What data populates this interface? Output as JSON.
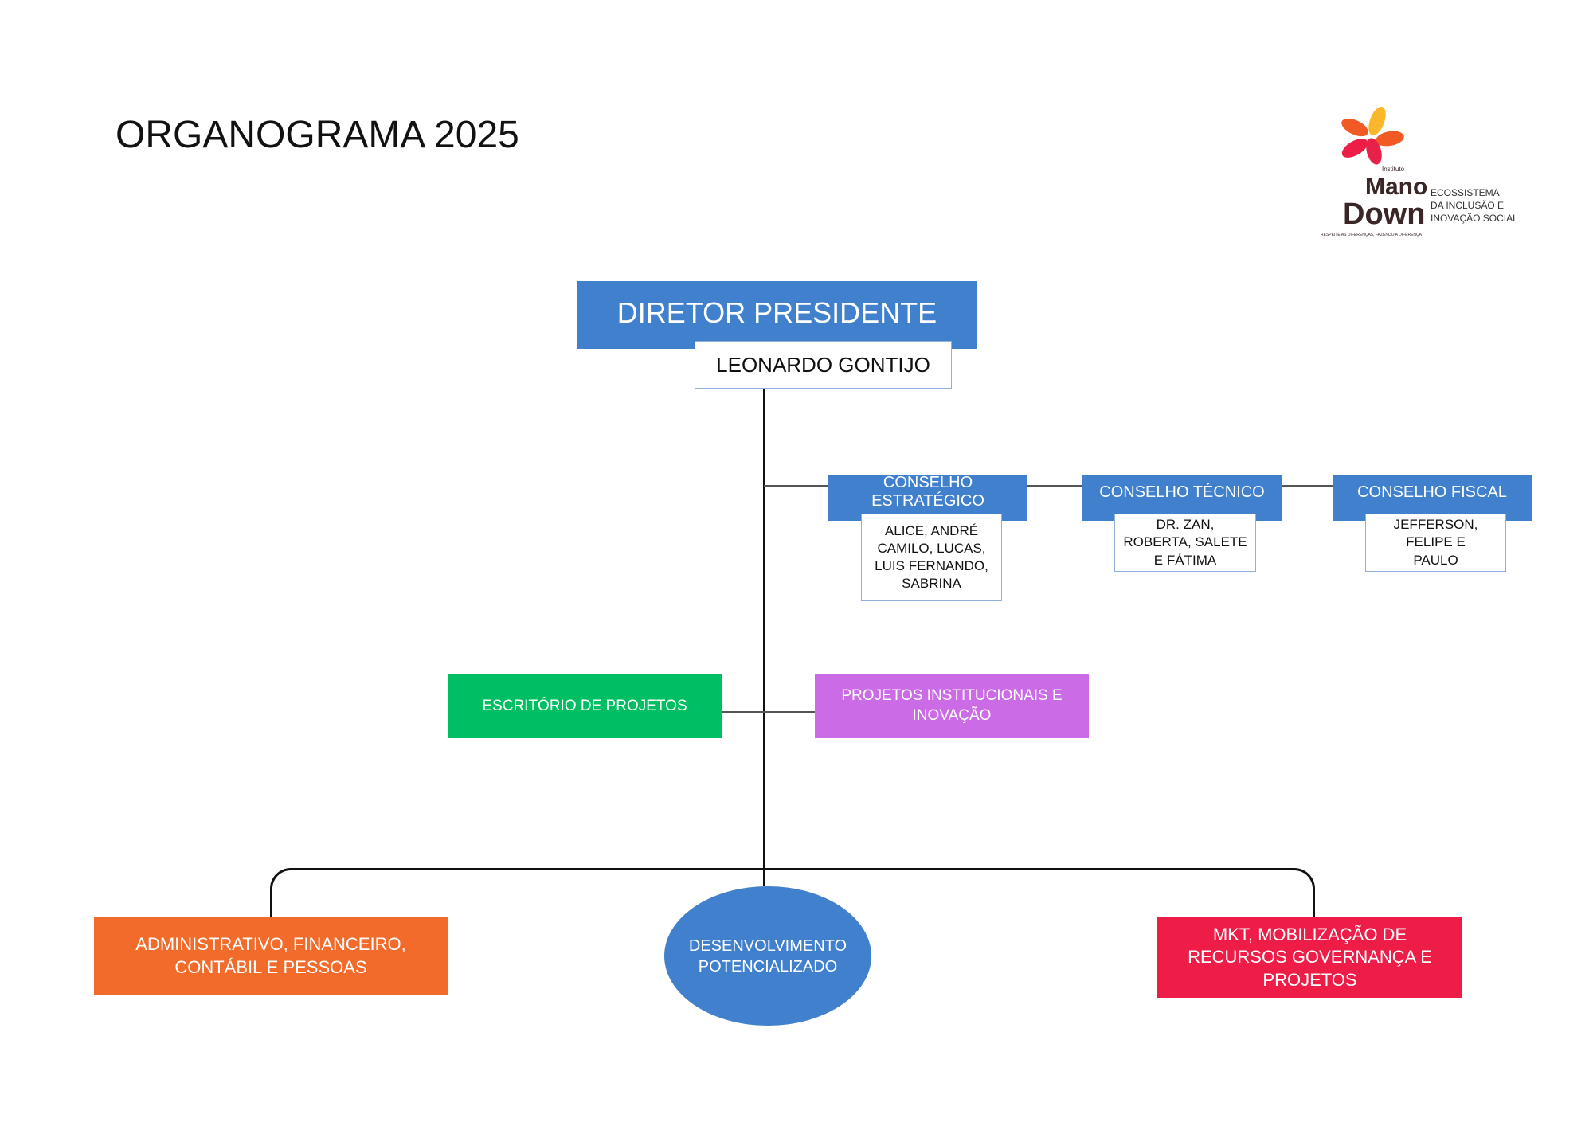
{
  "title": "ORGANOGRAMA 2025",
  "logo": {
    "small_text": "Instituto",
    "brand_line1": "Mano",
    "brand_line2": "Down",
    "tagline": "RESPEITE AS DIFERENÇAS, FAZENDO A DIFERENÇA",
    "side_text": [
      "ECOSSISTEMA",
      "DA INCLUSÃO E",
      "INOVAÇÃO SOCIAL"
    ],
    "petal_colors": [
      "#FBB72C",
      "#F15A24",
      "#EE1D48",
      "#E8214A",
      "#F26B2A"
    ]
  },
  "director": {
    "role": "DIRETOR PRESIDENTE",
    "name": "LEONARDO GONTIJO"
  },
  "councils": [
    {
      "title": "CONSELHO ESTRATÉGICO",
      "members": "ALICE, ANDRÉ CAMILO, LUCAS, LUIS FERNANDO, SABRINA"
    },
    {
      "title": "CONSELHO TÉCNICO",
      "members": "DR. ZAN, ROBERTA, SALETE E FÁTIMA"
    },
    {
      "title": "CONSELHO FISCAL",
      "members": "JEFFERSON, FELIPE E PAULO"
    }
  ],
  "middle": {
    "left": {
      "label": "ESCRITÓRIO DE PROJETOS",
      "color": "#00BF63"
    },
    "right": {
      "label": "PROJETOS INSTITUCIONAIS E INOVAÇÃO",
      "color": "#CB6CE6"
    }
  },
  "departments": [
    {
      "label": "ADMINISTRATIVO, FINANCEIRO, CONTÁBIL E PESSOAS",
      "color": "#F26B2A"
    },
    {
      "label": "DESENVOLVIMENTO POTENCIALIZADO",
      "color": "#4080CC"
    },
    {
      "label": "MKT, MOBILIZAÇÃO DE RECURSOS GOVERNANÇA E PROJETOS",
      "color": "#EE1D48"
    }
  ]
}
